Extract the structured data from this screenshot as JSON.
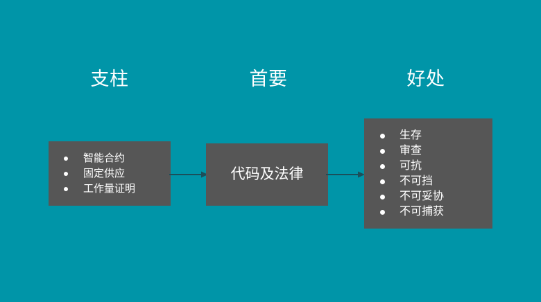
{
  "slide": {
    "background_color": "#0095a8",
    "box_color": "#565656",
    "text_color": "#ffffff",
    "arrow_color": "#1b4f5a"
  },
  "headings": [
    {
      "label": "支柱",
      "name": "heading-pillar"
    },
    {
      "label": "首要",
      "name": "heading-primary"
    },
    {
      "label": "好处",
      "name": "heading-benefit"
    }
  ],
  "boxes": {
    "pillars": {
      "items": [
        {
          "label": "智能合约"
        },
        {
          "label": "固定供应"
        },
        {
          "label": "工作量证明"
        }
      ]
    },
    "primary": {
      "title": "代码及法律"
    },
    "benefits": {
      "items": [
        {
          "label": "生存"
        },
        {
          "label": "审查"
        },
        {
          "label": "可抗"
        },
        {
          "label": "不可挡"
        },
        {
          "label": "不可妥协"
        },
        {
          "label": "不可捕获"
        }
      ]
    }
  },
  "connectors": [
    {
      "name": "arrow-pillars-to-primary"
    },
    {
      "name": "arrow-primary-to-benefits"
    }
  ]
}
